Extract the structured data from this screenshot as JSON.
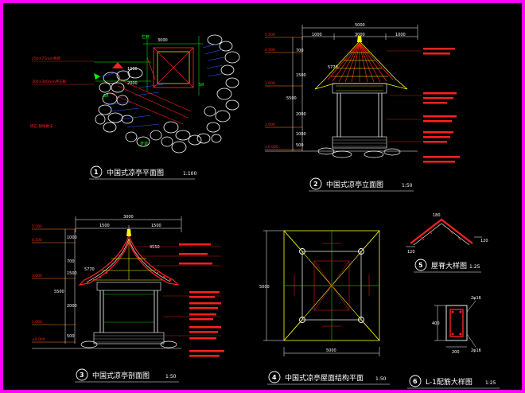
{
  "titles": {
    "t1": {
      "num": "1",
      "name": "中国式凉亭平面图",
      "scale": "1:100"
    },
    "t2": {
      "num": "2",
      "name": "中国式凉亭立面图",
      "scale": "1:50"
    },
    "t3": {
      "num": "3",
      "name": "中国式凉亭剖面图",
      "scale": "1:50"
    },
    "t4": {
      "num": "4",
      "name": "中国式凉亭屋面结构平面",
      "scale": "1:50"
    },
    "t5": {
      "num": "5",
      "name": "屋脊大样图",
      "scale": "1:25"
    },
    "t6": {
      "num": "6",
      "name": "L-1配筋大样图",
      "scale": "1:25"
    }
  },
  "plan": {
    "label_fence": "栏杆",
    "label_path": "步道",
    "label_sr1": "SR",
    "label_sr2": "SR",
    "dim_top": "3000",
    "dim_left1": "1000",
    "dim_left2": "2000",
    "note_red1": "250×75mm青砖",
    "note_red2": "300×300mm青石板",
    "note_green": "碎石 铺地做法"
  },
  "elevation": {
    "dim_total": "5000",
    "dim_parts": [
      "1000",
      "3000",
      "1000"
    ],
    "levels": [
      "5.500",
      "4.500",
      "3.000",
      "1.000",
      "±0.000"
    ],
    "heights": [
      "700",
      "1500",
      "5500",
      "2000",
      "1000",
      "500"
    ],
    "dim_roof": "5770"
  },
  "section": {
    "dim_total": "3000",
    "dim_parts": [
      "1500",
      "1500"
    ],
    "levels": [
      "5.500",
      "4.500",
      "3.000",
      "1.000",
      "±0.000"
    ],
    "heights": [
      "1000",
      "700",
      "1500",
      "5500",
      "2000",
      "500"
    ],
    "dim_roof": "5770",
    "dim_eave": "4550"
  },
  "roofplan": {
    "dim_w": "5000",
    "dim_h": "5000"
  },
  "ridge": {
    "dim1": "180",
    "dim2": "120",
    "dim3": "120"
  },
  "rebar": {
    "dim_h": "400",
    "dim_w": "200",
    "label_top": "2φ16",
    "label_bot": "2φ16"
  }
}
